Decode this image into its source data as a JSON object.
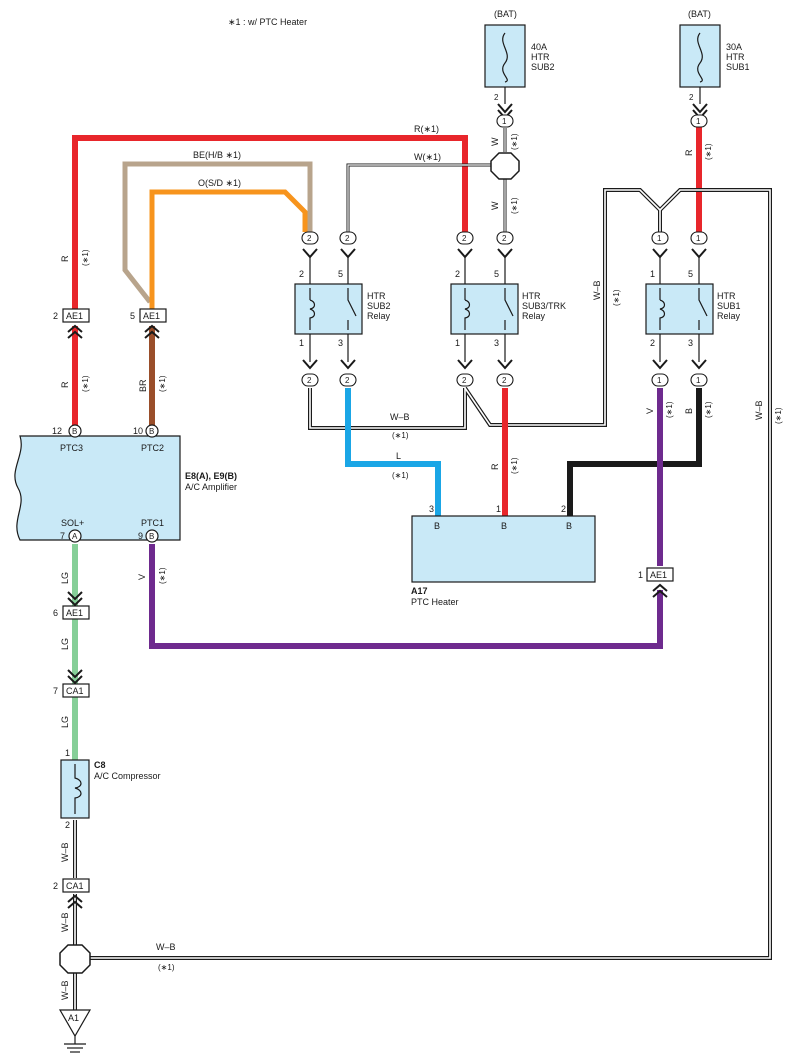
{
  "note": "∗1 : w/ PTC Heater",
  "fuses": [
    {
      "id": "fuse-htr-sub2",
      "bat": "(BAT)",
      "rating": "40A",
      "l1": "HTR",
      "l2": "SUB2",
      "pin": "2"
    },
    {
      "id": "fuse-htr-sub1",
      "bat": "(BAT)",
      "rating": "30A",
      "l1": "HTR",
      "l2": "SUB1",
      "pin": "2"
    }
  ],
  "relays": [
    {
      "id": "relay-htr-sub2",
      "l1": "HTR",
      "l2": "SUB2",
      "l3": "Relay",
      "p2": "2",
      "p5": "5",
      "p1": "1",
      "p3": "3"
    },
    {
      "id": "relay-htr-sub3-trk",
      "l1": "HTR",
      "l2": "SUB3/TRK",
      "l3": "Relay",
      "p2": "2",
      "p5": "5",
      "p1": "1",
      "p3": "3"
    },
    {
      "id": "relay-htr-sub1",
      "l1": "HTR",
      "l2": "SUB1",
      "l3": "Relay",
      "p2": "1",
      "p5": "5",
      "p1": "2",
      "p3": "3"
    }
  ],
  "amplifier": {
    "name": "E8(A), E9(B)",
    "desc": "A/C Amplifier",
    "ptc3": "PTC3",
    "ptc2": "PTC2",
    "solp": "SOL+",
    "ptc1": "PTC1",
    "pin12": "12",
    "pin10": "10",
    "pin7": "7",
    "pin9": "9",
    "lb": "B",
    "la": "A"
  },
  "heater": {
    "name": "A17",
    "desc": "PTC Heater",
    "p3": "3",
    "p1": "1",
    "p2": "2",
    "lb": "B"
  },
  "compressor": {
    "name": "C8",
    "desc": "A/C Compressor",
    "p1": "1",
    "p2": "2"
  },
  "ground": {
    "label": "A1"
  },
  "connectors": {
    "ae1": "AE1",
    "ca1": "CA1",
    "pin1": "1",
    "pin2": "2",
    "pin5": "5",
    "pin6": "6",
    "pin7": "7"
  },
  "wire_labels": {
    "r_star": "R(∗1)",
    "be": "BE(H/B ∗1)",
    "w_star": "W(∗1)",
    "o": "O(S/D ∗1)",
    "R": "R",
    "BR": "BR",
    "W": "W",
    "LG": "LG",
    "V": "V",
    "B": "B",
    "L": "L",
    "WB": "W–B",
    "star": "(∗1)"
  },
  "colors": {
    "red": "#e8262b",
    "tan": "#b8a48c",
    "orange": "#f7941d",
    "brown": "#9a4e2a",
    "blue": "#1aa6e6",
    "black": "#1a1a1a",
    "purple": "#6e2a8e",
    "green": "#86cf98",
    "component_fill": "#c9e9f7"
  }
}
